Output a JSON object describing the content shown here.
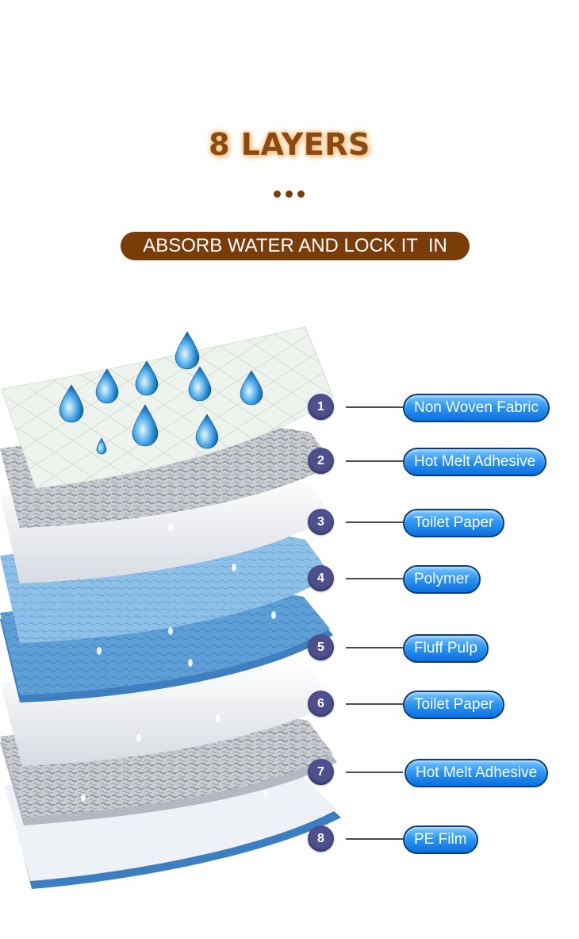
{
  "header": {
    "title": "8 LAYERS",
    "subtitle": "ABSORB WATER AND LOCK IT  IN"
  },
  "layers": [
    {
      "number": "1",
      "label": "Non Woven Fabric"
    },
    {
      "number": "2",
      "label": "Hot Melt Adhesive"
    },
    {
      "number": "3",
      "label": "Toilet Paper"
    },
    {
      "number": "4",
      "label": "Polymer"
    },
    {
      "number": "5",
      "label": "Fluff Pulp"
    },
    {
      "number": "6",
      "label": "Toilet Paper"
    },
    {
      "number": "7",
      "label": "Hot Melt Adhesive"
    },
    {
      "number": "8",
      "label": "PE Film"
    }
  ],
  "colors": {
    "title": "#8a4a12",
    "banner_bg": "#7a3d0a",
    "number_badge": "#4d4f8e",
    "pill_blue": "#1e86ea"
  }
}
